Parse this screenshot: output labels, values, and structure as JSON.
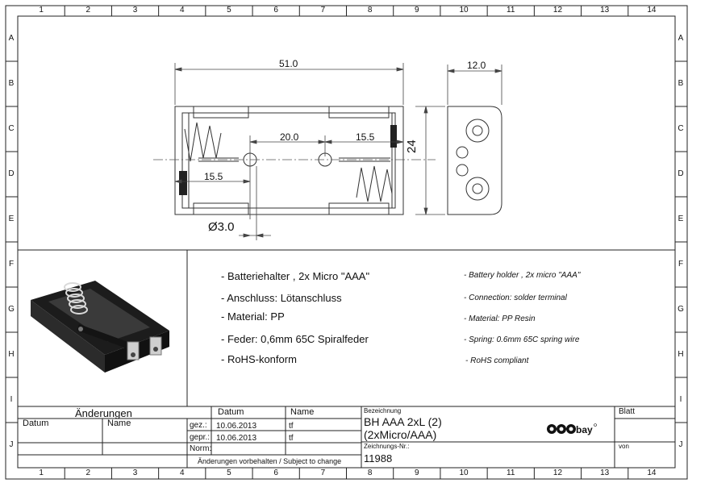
{
  "border": {
    "columns": [
      "1",
      "2",
      "3",
      "4",
      "5",
      "6",
      "7",
      "8",
      "9",
      "10",
      "11",
      "12",
      "13",
      "14"
    ],
    "rows": [
      "A",
      "B",
      "C",
      "D",
      "E",
      "F",
      "G",
      "H",
      "I",
      "J"
    ]
  },
  "drawing": {
    "dim_length": "51.0",
    "dim_width": "12.0",
    "dim_hole_spacing": "20.0",
    "dim_right_offset": "15.5",
    "dim_left_offset": "15.5",
    "dim_height": "24",
    "dim_hole_diameter": "Ø3.0"
  },
  "specs": {
    "german": [
      "- Batteriehalter , 2x Micro \"AAA\"",
      "- Anschluss: Lötanschluss",
      "- Material: PP",
      "- Feder: 0,6mm 65C Spiralfeder",
      "- RoHS-konform"
    ],
    "english": [
      "- Battery holder , 2x micro \"AAA\"",
      "- Connection: solder terminal",
      "- Material: PP Resin",
      "- Spring: 0.6mm 65C spring wire",
      "- RoHS compliant"
    ]
  },
  "title_block": {
    "changes_header": "Änderungen",
    "changes_date": "Datum",
    "changes_name": "Name",
    "datum_header": "Datum",
    "name_header": "Name",
    "gez_label": "gez.:",
    "gez_date": "10.06.2013",
    "gez_name": "tf",
    "gepr_label": "gepr.:",
    "gepr_date": "10.06.2013",
    "gepr_name": "tf",
    "norm_label": "Norm:",
    "notice": "Änderungen vorbehalten / Subject to change",
    "designation_label": "Bezeichnung",
    "designation_line1": "BH AAA 2xL (2)",
    "designation_line2": "(2xMicro/AAA)",
    "drawing_no_label": "Zeichnungs-Nr.:",
    "drawing_no": "11988",
    "sheet_label": "Blatt",
    "of_label": "von",
    "logo": "goobay"
  }
}
